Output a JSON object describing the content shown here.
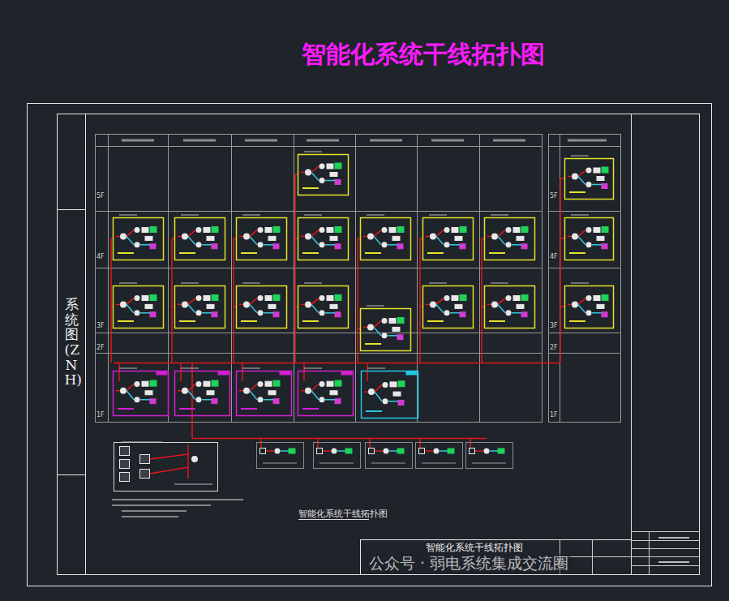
{
  "diagram": {
    "title": "智能化系统干线拓扑图",
    "caption": "智能化系统干线拓扑图",
    "nodes": [
      {
        "text": [
          "系统图(ZNH)"
        ]
      },
      {
        "text": [
          "智能化系统干线拓扑图"
        ]
      }
    ],
    "labels": [
      "5F",
      "4F",
      "3F",
      "2F",
      "1F",
      "5F",
      "4F",
      "3F",
      "2F",
      "1F",
      "公众号 · 弱电系统集成交流圈"
    ]
  }
}
